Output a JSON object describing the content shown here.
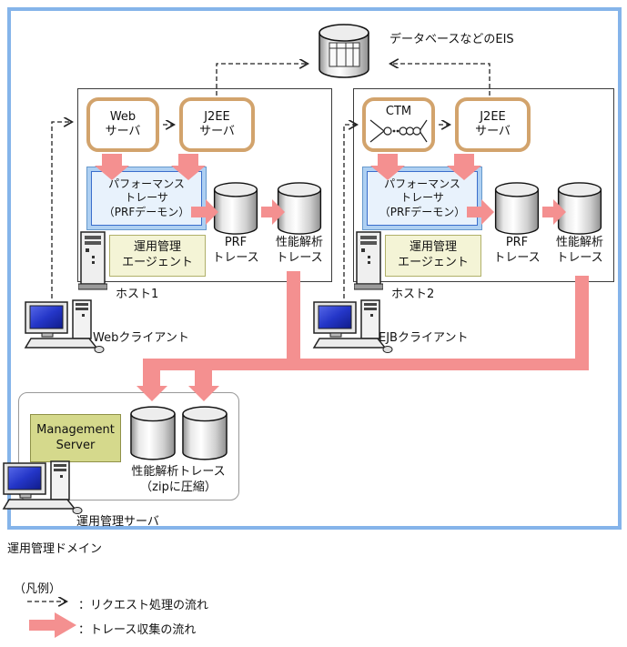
{
  "eis_label": "データベースなどのEIS",
  "domain_label": "運用管理ドメイン",
  "hosts": [
    {
      "name": "ホスト1",
      "front": {
        "line1": "Web",
        "line2": "サーバ"
      },
      "j2ee": {
        "line1": "J2EE",
        "line2": "サーバ"
      },
      "tracer": {
        "line1": "パフォーマンス",
        "line2": "トレーサ",
        "line3": "（PRFデーモン）"
      },
      "agent": {
        "line1": "運用管理",
        "line2": "エージェント"
      },
      "prf_trace": {
        "line1": "PRF",
        "line2": "トレース"
      },
      "perf_trace": {
        "line1": "性能解析",
        "line2": "トレース"
      }
    },
    {
      "name": "ホスト2",
      "front": {
        "line1": "CTM"
      },
      "j2ee": {
        "line1": "J2EE",
        "line2": "サーバ"
      },
      "tracer": {
        "line1": "パフォーマンス",
        "line2": "トレーサ",
        "line3": "（PRFデーモン）"
      },
      "agent": {
        "line1": "運用管理",
        "line2": "エージェント"
      },
      "prf_trace": {
        "line1": "PRF",
        "line2": "トレース"
      },
      "perf_trace": {
        "line1": "性能解析",
        "line2": "トレース"
      }
    }
  ],
  "clients": [
    {
      "label": "Webクライアント"
    },
    {
      "label": "EJBクライアント"
    }
  ],
  "management": {
    "server": {
      "line1": "Management",
      "line2": "Server"
    },
    "trace_label1": "性能解析トレース",
    "trace_label2": "（zipに圧縮）",
    "host_label": "運用管理サーバ"
  },
  "legend": {
    "title": "（凡例）",
    "request_flow": "：リクエスト処理の流れ",
    "trace_flow": "：トレース収集の流れ"
  },
  "icons": {
    "database": "database-cylinder-icon",
    "trace_store": "trace-cylinder-icon",
    "desktop": "desktop-computer-icon",
    "server_tower": "server-tower-icon",
    "ctm_queue": "ctm-queue-icon"
  },
  "colors": {
    "domain_border": "#85b4ea",
    "component_border": "#d2a36c",
    "flow_pink": "#f49090",
    "tracer_band": "#aed0f2",
    "tracer_fill": "#e8f2fc",
    "tracer_border": "#3a6ecc",
    "agent_fill": "#f4f4d6",
    "management_fill": "#d5d98c"
  }
}
